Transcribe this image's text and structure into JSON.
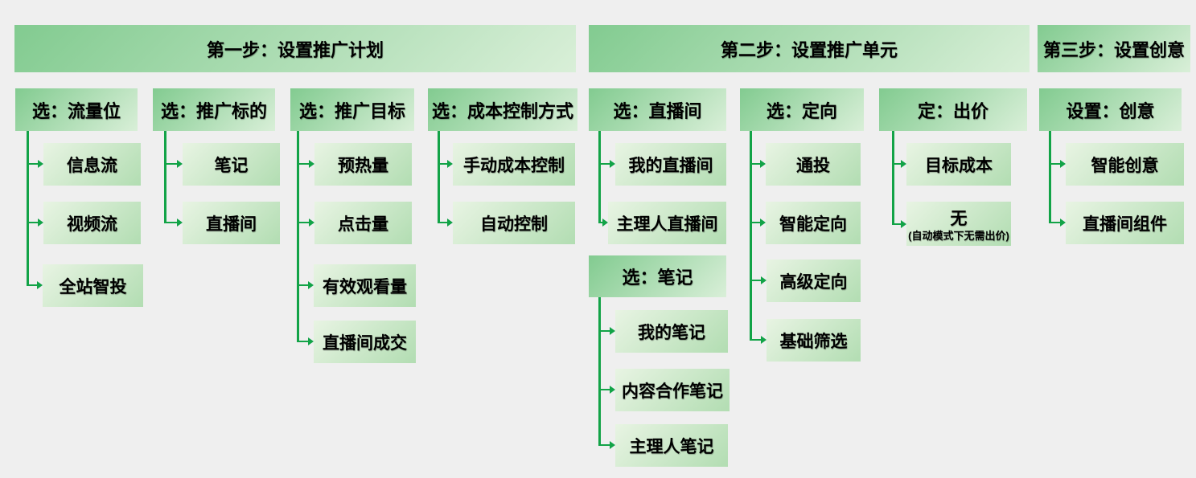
{
  "colors": {
    "background": "#efefef",
    "connector": "#12a347",
    "header_grad_a": "#82cb90",
    "header_grad_b": "#d9efd8",
    "child_grad_a": "#e8f4e3",
    "child_grad_b": "#b2ddb2",
    "text": "#000000"
  },
  "steps": [
    {
      "label": "第一步：设置推广计划"
    },
    {
      "label": "第二步：设置推广单元"
    },
    {
      "label": "第三步：设置创意"
    }
  ],
  "groups": [
    {
      "label": "选：流量位",
      "children": [
        {
          "label": "信息流"
        },
        {
          "label": "视频流"
        },
        {
          "label": "全站智投"
        }
      ]
    },
    {
      "label": "选：推广标的",
      "children": [
        {
          "label": "笔记"
        },
        {
          "label": "直播间"
        }
      ]
    },
    {
      "label": "选：推广目标",
      "children": [
        {
          "label": "预热量"
        },
        {
          "label": "点击量"
        },
        {
          "label": "有效观看量"
        },
        {
          "label": "直播间成交"
        }
      ]
    },
    {
      "label": "选：成本控制方式",
      "children": [
        {
          "label": "手动成本控制"
        },
        {
          "label": "自动控制"
        }
      ]
    },
    {
      "label": "选：直播间",
      "children": [
        {
          "label": "我的直播间"
        },
        {
          "label": "主理人直播间"
        }
      ]
    },
    {
      "label": "选：笔记",
      "children": [
        {
          "label": "我的笔记"
        },
        {
          "label": "内容合作笔记"
        },
        {
          "label": "主理人笔记"
        }
      ]
    },
    {
      "label": "选：定向",
      "children": [
        {
          "label": "通投"
        },
        {
          "label": "智能定向"
        },
        {
          "label": "高级定向"
        },
        {
          "label": "基础筛选"
        }
      ]
    },
    {
      "label": "定：出价",
      "children": [
        {
          "label": "目标成本"
        },
        {
          "label": "无",
          "sublabel": "(自动模式下无需出价)"
        }
      ]
    },
    {
      "label": "设置：创意",
      "children": [
        {
          "label": "智能创意"
        },
        {
          "label": "直播间组件"
        }
      ]
    }
  ]
}
